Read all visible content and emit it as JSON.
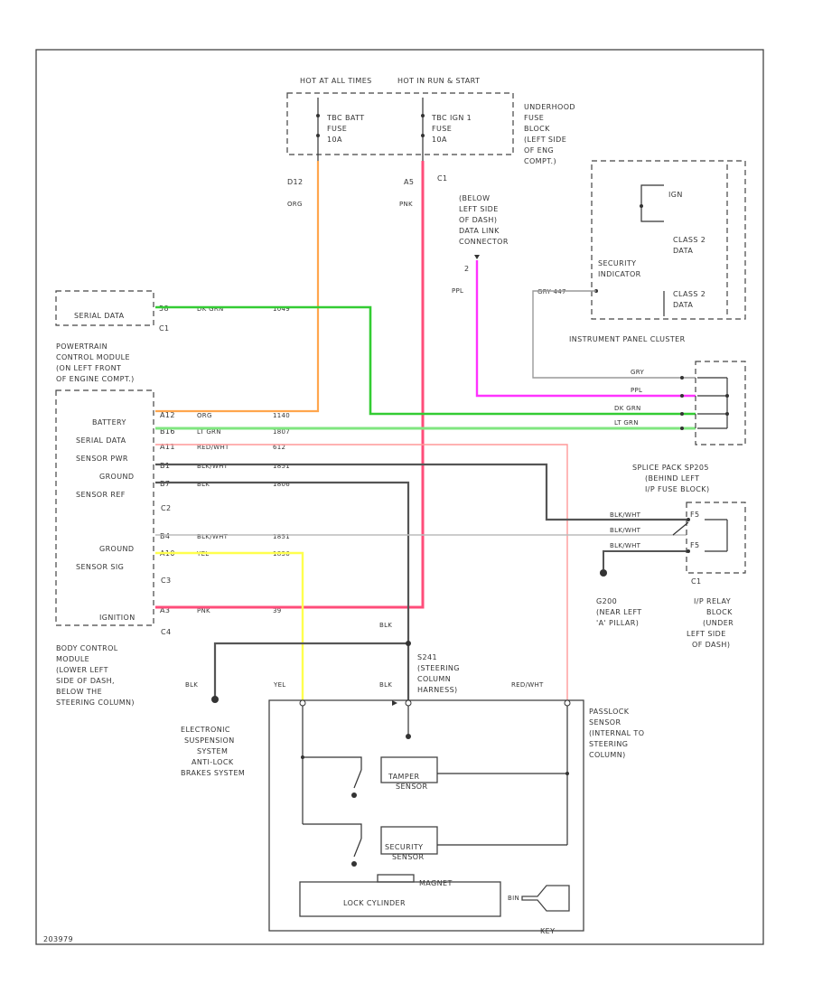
{
  "fuse_block": {
    "hot_at_all_times": "HOT AT ALL TIMES",
    "hot_in_run_start": "HOT IN RUN & START",
    "fuse1": [
      "TBC BATT",
      "FUSE",
      "10A"
    ],
    "fuse2": [
      "TBC IGN 1",
      "FUSE",
      "10A"
    ],
    "pin1": "D12",
    "pin2": "A5",
    "pin2b": "C1",
    "name": [
      "UNDERHOOD",
      "FUSE",
      "BLOCK",
      "(LEFT SIDE",
      "OF ENG",
      "COMPT.)"
    ]
  },
  "dlc": {
    "name": [
      "(BELOW",
      "LEFT SIDE",
      "OF DASH)",
      "DATA LINK",
      "CONNECTOR"
    ],
    "pin": "2",
    "wire": "PPL"
  },
  "cluster": {
    "ign": "IGN",
    "class2_1": [
      "CLASS 2",
      "DATA"
    ],
    "security_indicator": [
      "SECURITY",
      "INDICATOR"
    ],
    "class2_2": [
      "CLASS 2",
      "DATA"
    ],
    "wire": "GRY 447",
    "name": "INSTRUMENT PANEL CLUSTER"
  },
  "serial_data": {
    "label": "SERIAL DATA",
    "pin": "58",
    "conn": "C1",
    "wire": "DK GRN",
    "circuit": "1049"
  },
  "pcm": {
    "name": [
      "POWERTRAIN",
      "CONTROL MODULE",
      "(ON LEFT FRONT",
      "OF ENGINE COMPT.)"
    ],
    "rows": [
      {
        "label": "BATTERY",
        "pin": "A12",
        "wire": "ORG",
        "circuit": "1140"
      },
      {
        "label": "SERIAL DATA",
        "pin": "B16",
        "wire": "LT GRN",
        "circuit": "1807"
      },
      {
        "label": "SENSOR PWR",
        "pin": "A11",
        "wire": "RED/WHT",
        "circuit": "612"
      },
      {
        "label": "GROUND",
        "pin": "B1",
        "wire": "BLK/WHT",
        "circuit": "1851"
      },
      {
        "label": "SENSOR REF",
        "pin": "B7",
        "wire": "BLK",
        "circuit": "1806"
      }
    ],
    "c2": "C2",
    "rows2": [
      {
        "label": "GROUND",
        "pin": "B4",
        "wire": "BLK/WHT",
        "circuit": "1851"
      },
      {
        "label": "SENSOR SIG",
        "pin": "A10",
        "wire": "YEL",
        "circuit": "1836"
      }
    ],
    "c3": "C3",
    "ignition": {
      "label": "IGNITION",
      "pin": "A3",
      "wire": "PNK",
      "circuit": "39"
    },
    "c4": "C4"
  },
  "splice_pack": {
    "wires": [
      "GRY",
      "PPL",
      "DK GRN",
      "LT GRN"
    ],
    "name": [
      "SPLICE PACK SP205",
      "(BEHIND LEFT",
      "I/P FUSE BLOCK)"
    ]
  },
  "ip_relay": {
    "wires": [
      "BLK/WHT",
      "BLK/WHT",
      "BLK/WHT"
    ],
    "pin1": "F5",
    "pin2": "F5",
    "conn": "C1",
    "name": [
      "I/P RELAY",
      "BLOCK",
      "(UNDER",
      "LEFT SIDE",
      "OF DASH)"
    ]
  },
  "ground": {
    "label": [
      "G200",
      "(NEAR LEFT",
      "'A' PILLAR)"
    ]
  },
  "bcm": {
    "name": [
      "BODY CONTROL",
      "MODULE",
      "(LOWER LEFT",
      "SIDE OF DASH,",
      "BELOW THE",
      "STEERING COLUMN)"
    ]
  },
  "mid": {
    "blk1": "BLK",
    "blk2": "BLK",
    "yel": "YEL",
    "blk3": "BLK",
    "redwht": "RED/WHT",
    "s241": [
      "S241",
      "(STEERING",
      "COLUMN",
      "HARNESS)"
    ]
  },
  "ess": {
    "name": [
      "ELECTRONIC",
      "SUSPENSION",
      "SYSTEM",
      "ANTI-LOCK",
      "BRAKES SYSTEM"
    ]
  },
  "passlock": {
    "name": [
      "PASSLOCK",
      "SENSOR",
      "(INTERNAL TO",
      "STEERING",
      "COLUMN)"
    ],
    "tamper": [
      "TAMPER",
      "SENSOR"
    ],
    "security": [
      "SECURITY",
      "SENSOR"
    ],
    "magnet": "MAGNET",
    "lock": "LOCK CYLINDER",
    "key": "KEY",
    "bin": "BIN"
  },
  "figure_id": "203979"
}
